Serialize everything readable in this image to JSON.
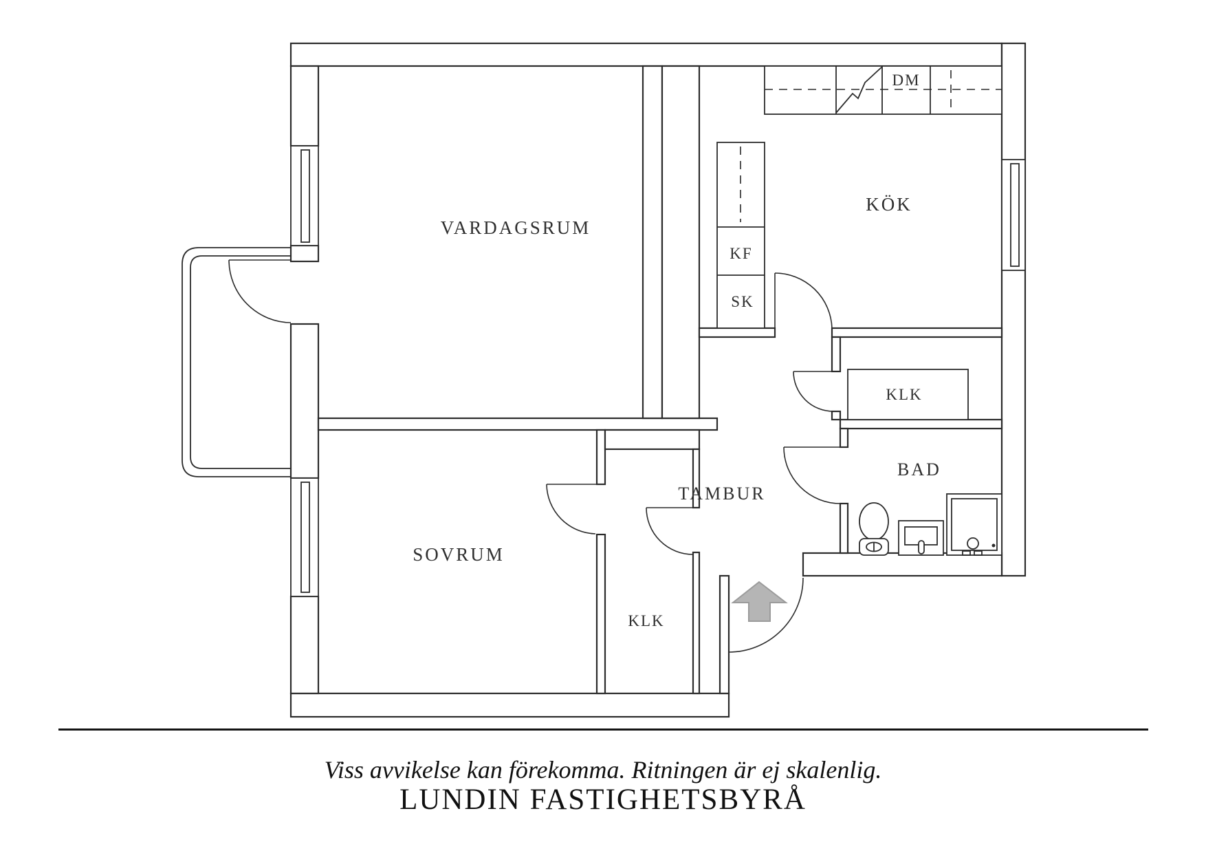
{
  "page": {
    "background": "#ffffff"
  },
  "floorplan": {
    "line_color": "#2b2b2b",
    "entry_arrow_color": "#b5b5b5",
    "labels": {
      "vardagsrum": "VARDAGSRUM",
      "kok": "KÖK",
      "sovrum": "SOVRUM",
      "tambur": "TAMBUR",
      "bad": "BAD",
      "klk_hall": "KLK",
      "klk_entry": "KLK",
      "fridge": "KF",
      "cabinet": "SK",
      "dishwasher": "DM"
    }
  },
  "footer": {
    "disclaimer": "Viss avvikelse kan förekomma. Ritningen är ej skalenlig.",
    "brand": "LUNDIN FASTIGHETSBYRÅ"
  }
}
